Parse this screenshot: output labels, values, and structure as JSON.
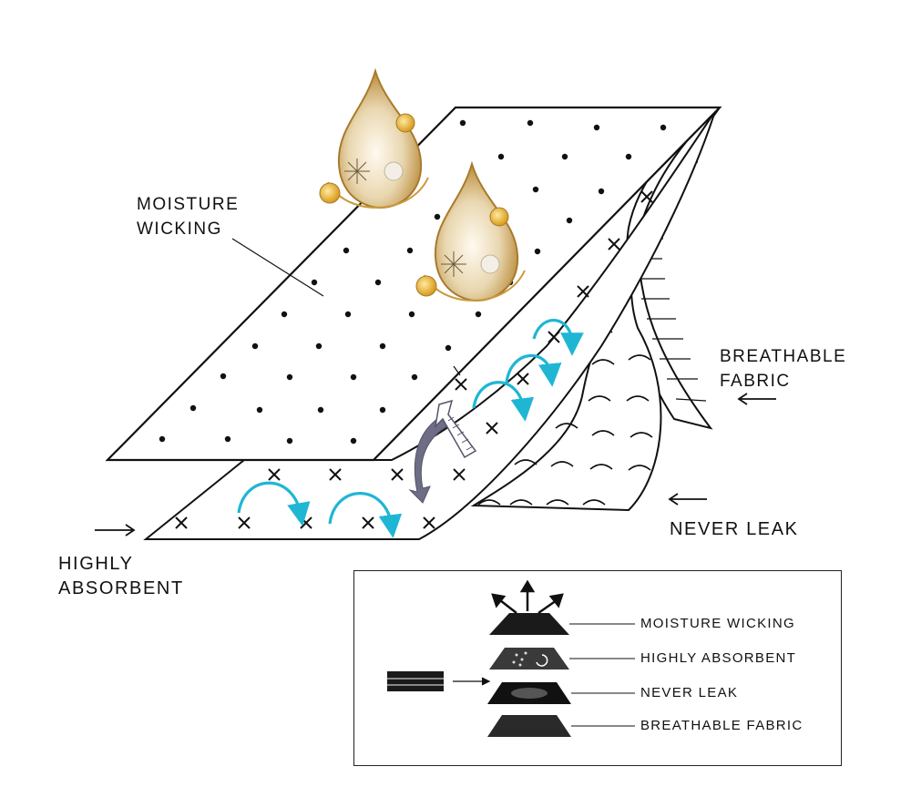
{
  "labels": {
    "moisture_wicking": [
      "MOISTURE",
      "WICKING"
    ],
    "breathable_fabric": [
      "BREATHABLE",
      "FABRIC"
    ],
    "never_leak": "NEVER LEAK",
    "highly_absorbent": [
      "HIGHLY",
      "ABSORBENT"
    ]
  },
  "legend": {
    "items": [
      {
        "label": "MOISTURE WICKING"
      },
      {
        "label": "HIGHLY ABSORBENT"
      },
      {
        "label": "NEVER LEAK"
      },
      {
        "label": "BREATHABLE FABRIC"
      }
    ]
  },
  "colors": {
    "cyan_arrow": "#1fb6d4",
    "gray_arrow": "#6d6d86",
    "outline": "#111111",
    "legend_layer": "#1a1a1a"
  }
}
